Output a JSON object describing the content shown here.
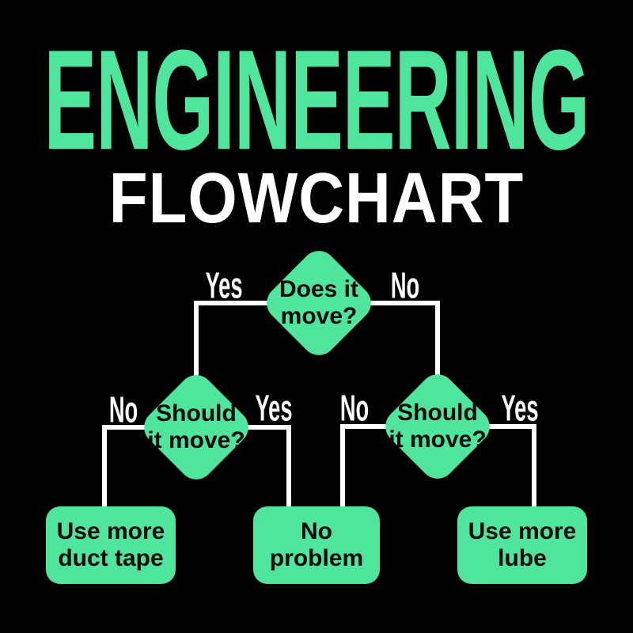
{
  "title": {
    "text": "ENGINEERING"
  },
  "subtitle": {
    "text": "FLOWCHART"
  },
  "nodes": {
    "root": {
      "lines": [
        "Does it",
        "move?"
      ]
    },
    "left": {
      "lines": [
        "Should",
        "it move?"
      ]
    },
    "right": {
      "lines": [
        "Should",
        "it move?"
      ]
    }
  },
  "labels": {
    "root_yes": "Yes",
    "root_no": "No",
    "left_no": "No",
    "left_yes": "Yes",
    "right_no": "No",
    "right_yes": "Yes"
  },
  "outcomes": {
    "duct_tape": {
      "lines": [
        "Use more",
        "duct tape"
      ]
    },
    "no_problem": {
      "lines": [
        "No",
        "problem"
      ]
    },
    "lube": {
      "lines": [
        "Use more",
        "lube"
      ]
    }
  },
  "colors": {
    "background": "#000000",
    "accent_green": "#4fe59c",
    "line_white": "#ffffff",
    "text_black": "#0a0a0a"
  }
}
